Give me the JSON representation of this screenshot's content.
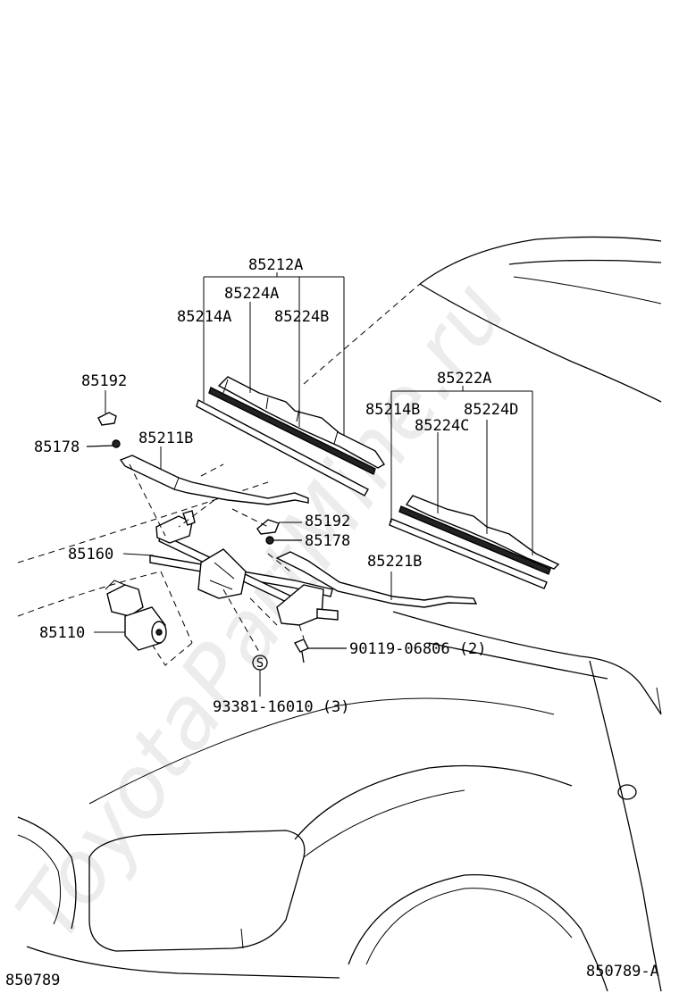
{
  "watermark": "ToyotaPartMine.ru",
  "diagram_id_left": "850789",
  "diagram_id_right": "850789-A",
  "labels": {
    "p85212A": "85212A",
    "p85224A": "85224A",
    "p85214A": "85214A",
    "p85224B": "85224B",
    "p85192_top": "85192",
    "p85178_top": "85178",
    "p85211B": "85211B",
    "p85222A": "85222A",
    "p85214B": "85214B",
    "p85224D": "85224D",
    "p85224C": "85224C",
    "p85192_mid": "85192",
    "p85178_mid": "85178",
    "p85160": "85160",
    "p85221B": "85221B",
    "p85110": "85110",
    "p90119": "90119-06806 (2)",
    "p93381": "93381-16010 (3)"
  },
  "symbols": {
    "s_mark": "S"
  }
}
